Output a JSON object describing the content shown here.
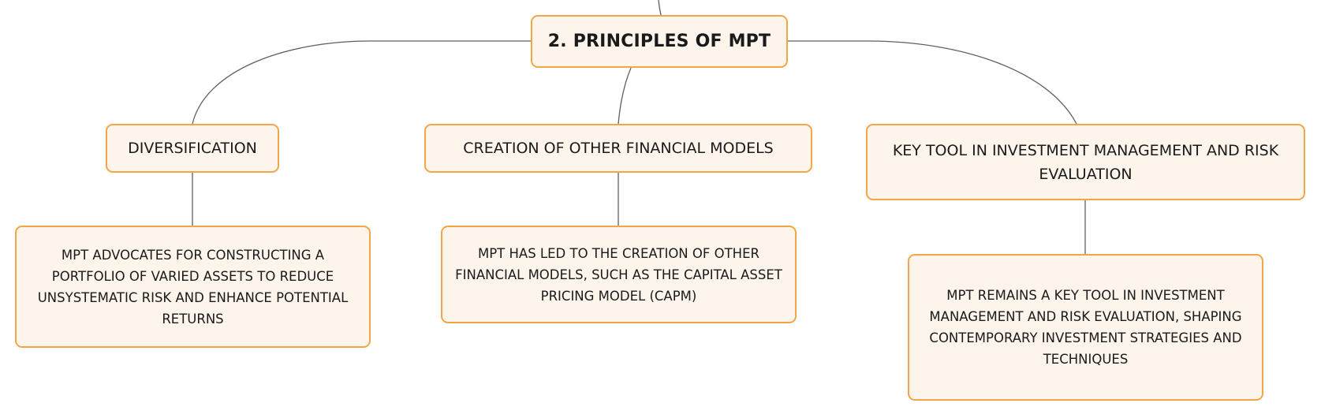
{
  "diagram": {
    "root": {
      "label": "2. PRINCIPLES OF MPT"
    },
    "branches": [
      {
        "label": "DIVERSIFICATION",
        "detail": "MPT ADVOCATES FOR CONSTRUCTING A PORTFOLIO OF VARIED ASSETS TO REDUCE UNSYSTEMATIC RISK AND ENHANCE POTENTIAL RETURNS"
      },
      {
        "label": "CREATION OF OTHER FINANCIAL MODELS",
        "detail": "MPT HAS LED TO THE CREATION OF OTHER FINANCIAL MODELS, SUCH AS THE CAPITAL ASSET PRICING MODEL (CAPM)"
      },
      {
        "label": "KEY TOOL IN INVESTMENT MANAGEMENT AND RISK EVALUATION",
        "detail": "MPT REMAINS A KEY TOOL IN INVESTMENT MANAGEMENT AND RISK EVALUATION, SHAPING CONTEMPORARY INVESTMENT STRATEGIES AND TECHNIQUES"
      }
    ]
  },
  "colors": {
    "node_fill": "#fdf4ec",
    "node_border": "#f2a64a",
    "connector": "#5f5f5f",
    "text": "#1a1a1a"
  }
}
